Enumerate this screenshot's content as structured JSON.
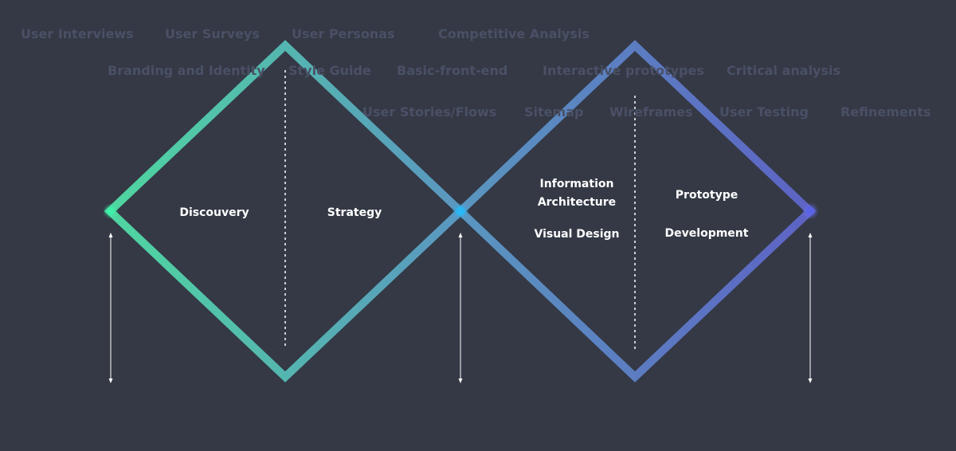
{
  "colors": {
    "background": "#343945",
    "muted_text": "#4a5066",
    "green": "#4fd6a0",
    "blue": "#5a86c8",
    "indigo": "#5d63c4",
    "dot_green": "#3ef0a8",
    "dot_cyan": "#2ab7f5",
    "dot_indigo": "#5a63e6"
  },
  "activities": {
    "row1": [
      "User Interviews",
      "User Surveys",
      "User Personas",
      "Competitive Analysis"
    ],
    "row2": [
      "Branding and Identity",
      "Style Guide",
      "Basic-front-end",
      "Interactive prototypes",
      "Critical analysis"
    ],
    "row3": [
      "User Stories/Flows",
      "Sitemap",
      "Wireframes",
      "User Testing",
      "Refinements"
    ]
  },
  "phases": {
    "discovery": "Discouvery",
    "strategy": "Strategy",
    "info_arch_line1": "Information",
    "info_arch_line2": "Architecture",
    "visual_design": "Visual Design",
    "prototype": "Prototype",
    "development": "Development"
  }
}
